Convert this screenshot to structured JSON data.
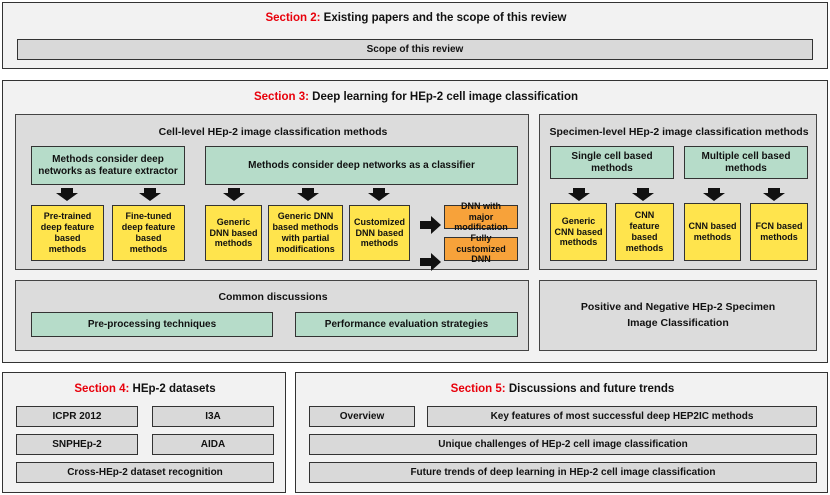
{
  "section2": {
    "num": "Section 2:",
    "title": " Existing papers and the scope of this review",
    "scope": "Scope of this review"
  },
  "section3": {
    "num": "Section 3:",
    "title": " Deep learning for HEp-2 cell image classification",
    "cell_level": {
      "title": "Cell-level HEp-2 image classification methods",
      "feature_extractor": "Methods consider deep networks as feature extractor",
      "classifier": "Methods consider deep networks as a classifier",
      "pretrained": "Pre-trained deep feature based methods",
      "finetuned": "Fine-tuned deep feature based methods",
      "generic_dnn": "Generic DNN based methods",
      "generic_partial": "Generic DNN based methods with partial modifications",
      "customized": "Customized DNN based methods",
      "major_mod": "DNN with major modification",
      "fully_custom": "Fully customized DNN"
    },
    "specimen_level": {
      "title": "Specimen-level HEp-2 image classification methods",
      "single": "Single cell based methods",
      "multiple": "Multiple cell based methods",
      "generic_cnn": "Generic CNN based methods",
      "cnn_feature": "CNN feature based methods",
      "cnn_based": "CNN based methods",
      "fcn": "FCN based methods"
    },
    "common": {
      "title": "Common discussions",
      "preprocessing": "Pre-processing techniques",
      "performance": "Performance evaluation strategies"
    },
    "pos_neg": "Positive and Negative HEp-2 Specimen Image Classification"
  },
  "section4": {
    "num": "Section 4:",
    "title": " HEp-2 datasets",
    "icpr": "ICPR 2012",
    "i3a": "I3A",
    "snphep": "SNPHEp-2",
    "aida": "AIDA",
    "cross": "Cross-HEp-2 dataset recognition"
  },
  "section5": {
    "num": "Section 5:",
    "title": " Discussions and future trends",
    "overview": "Overview",
    "key_features": "Key features of most successful deep HEP2IC methods",
    "unique": "Unique challenges of HEp-2 cell image classification",
    "future": "Future trends of deep learning in HEp-2 cell image classification"
  },
  "colors": {
    "section_red": "#e8000b",
    "green_box": "#b6dcc9",
    "yellow_box": "#ffe44d",
    "orange_box": "#f7a23a",
    "gray_box": "#d9d9d9"
  }
}
